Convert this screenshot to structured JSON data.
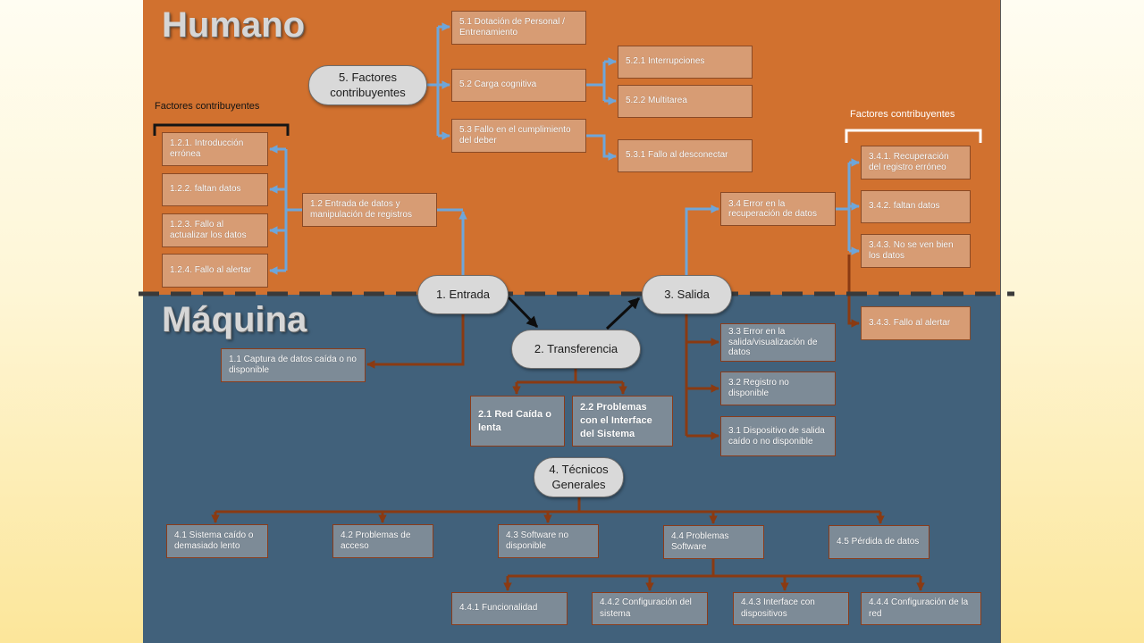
{
  "slide": {
    "title_human": "Humano",
    "title_machine": "Máquina"
  },
  "colors": {
    "human_area": "#D1712F",
    "machine_area": "#41617B",
    "human_box": "#D79C74",
    "machine_box": "#7D8B97",
    "pill": "#D9D9D9",
    "human_connector": "#6EA6DA",
    "machine_connector": "#8A3A12"
  },
  "human": {
    "contributing_factors": {
      "pill": "5. Factores contribuyentes",
      "staffing": "5.1 Dotación de Personal / Entrenamiento",
      "cognitive_load": "5.2 Carga cognitiva",
      "interruptions": "5.2.1 Interrupciones",
      "multitasking": "5.2.2 Multitarea",
      "duty_failure": "5.3 Fallo en el cumplimiento del deber",
      "logout_failure": "5.3.1 Fallo al desconectar"
    },
    "input_factors_label": "Factores contribuyentes",
    "data_entry": {
      "main": "1.2 Entrada de datos y manipulación de registros",
      "wrong_entry": "1.2.1. Introducción errónea",
      "missing_data": "1.2.2. faltan datos",
      "update_failure": "1.2.3. Fallo al actualizar los datos",
      "alert_failure": "1.2.4. Fallo al alertar"
    },
    "output_factors_label": "Factores contribuyentes",
    "retrieval": {
      "main": "3.4 Error en la recuperación de datos",
      "wrong_record": "3.4.1. Recuperación del registro erróneo",
      "missing_data": "3.4.2. faltan datos",
      "unclear_data": "3.4.3. No se ven bien los datos",
      "alert_failure": "3.4.3. Fallo al alertar"
    }
  },
  "flow": {
    "input": "1. Entrada",
    "transfer": "2. Transferencia",
    "output": "3. Salida",
    "general_technical": "4. Técnicos Generales"
  },
  "machine": {
    "capture_down": "1.1 Captura de datos caída o no disponible",
    "network_down": "2.1 Red Caída o lenta",
    "interface_problems": "2.2 Problemas con el Interface del Sistema",
    "output_display_error": "3.3 Error en la salida/visualización de datos",
    "record_unavailable": "3.2 Registro no disponible",
    "output_device_down": "3.1 Dispositivo de salida caído o no disponible",
    "technical": {
      "system_down": "4.1 Sistema caído o demasiado lento",
      "access_problems": "4.2 Problemas de acceso",
      "software_unavailable": "4.3 Software no disponible",
      "software_problems": "4.4 Problemas Software",
      "data_loss": "4.5 Pérdida de datos",
      "functionality": "4.4.1 Funcionalidad",
      "system_config": "4.4.2 Configuración del sistema",
      "device_interface": "4.4.3 Interface con dispositivos",
      "network_config": "4.4.4 Configuración de la red"
    }
  }
}
